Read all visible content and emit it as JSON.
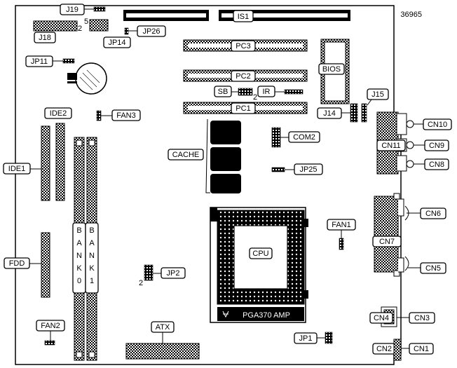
{
  "diagram": {
    "board_id": "36965",
    "labels": {
      "j19": "J19",
      "is1": "IS1",
      "j18": "J18",
      "jp26": "JP26",
      "jp14": "JP14",
      "pc3": "PC3",
      "pc2": "PC2",
      "pc1": "PC1",
      "bios": "BIOS",
      "jp11": "JP11",
      "sb": "SB",
      "ir": "IR",
      "j15": "J15",
      "j14": "J14",
      "ide2": "IDE2",
      "fan3": "FAN3",
      "cn10": "CN10",
      "cn11": "CN11",
      "cn9": "CN9",
      "cn8": "CN8",
      "com2": "COM2",
      "cache": "CACHE",
      "ide1": "IDE1",
      "jp25": "JP25",
      "bank0": "BANK0",
      "bank1": "BANK1",
      "cn6": "CN6",
      "cn7": "CN7",
      "fan1": "FAN1",
      "cpu": "CPU",
      "cn5": "CN5",
      "fdd": "FDD",
      "jp2": "JP2",
      "pga370": "PGA370 AMP",
      "cn4": "CN4",
      "cn3": "CN3",
      "fan2": "FAN2",
      "atx": "ATX",
      "jp1": "JP1",
      "cn2": "CN2",
      "cn1": "CN1"
    },
    "pin_marks": {
      "j18_pin": "2",
      "jp14_pin": "5",
      "sb_pin": "2",
      "jp2_pin": "2"
    }
  }
}
